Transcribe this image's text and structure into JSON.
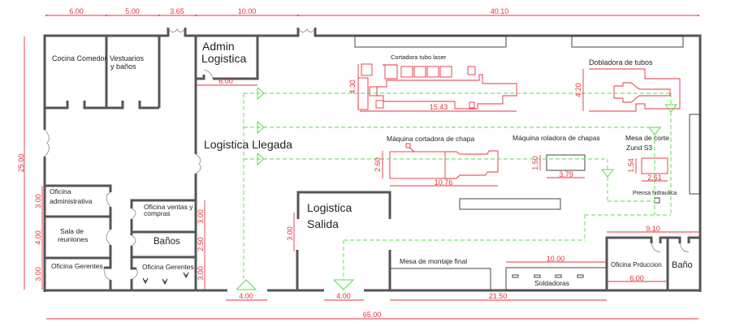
{
  "plan": {
    "rooms": {
      "cocina": "Cocina Comedor",
      "vestuarios_1": "Vestuarios",
      "vestuarios_2": "y baños",
      "admin_1": "Admin",
      "admin_2": "Logistica",
      "llegada": "Logistica Llegada",
      "salida_1": "Logistica",
      "salida_2": "Salida",
      "of_admin_1": "Oficina",
      "of_admin_2": "administrativa",
      "sala_1": "Sala de",
      "sala_2": "reuniones",
      "of_gerentes_left": "Oficina Gerentes",
      "of_ventas_1": "Oficina ventas y",
      "of_ventas_2": "compras",
      "banos": "Baños",
      "of_gerentes_right": "Oficina Gerentes",
      "mesa_montaje": "Mesa de montaje final",
      "soldadoras": "Soldadoras",
      "of_produccion": "Oficina Prduccion",
      "bano": "Baño"
    },
    "machines": {
      "cortadora_tubo": "Cortadora tubo laser",
      "dobladora": "Dobladora de tubos",
      "cortadora_chapa": "Máquina cortadora de chapa",
      "roladora": "Máquina roladora de chapas",
      "mesa_corte_1": "Mesa de corte",
      "mesa_corte_2": "Zund S3",
      "prensa": "Prensa hidraulica"
    },
    "dimensions": {
      "top_6": "6.00",
      "top_5": "5.00",
      "top_365": "3.65",
      "top_10": "10.00",
      "top_4010": "40.10",
      "admin_width": "6.00",
      "total_height": "25.00",
      "left_300a": "3.00",
      "left_400": "4.00",
      "left_300b": "3.00",
      "mid_300a": "3.00",
      "mid_250": "2.50",
      "mid_300b": "3.00",
      "salida_300": "3.00",
      "tubo_h": "4.30",
      "tubo_w": "15.43",
      "dobl_h": "4.20",
      "chapa_h": "2.60",
      "chapa_w": "10.76",
      "rol_h": "1.50",
      "rol_w": "3.79",
      "zund_h": "1.54",
      "zund_w": "2.61",
      "prod_910": "9.10",
      "sold_10": "10.00",
      "prod_6": "6.00",
      "gate1": "4.00",
      "gate2": "4.00",
      "bottom_2150": "21.50",
      "total_width": "65.00"
    }
  }
}
